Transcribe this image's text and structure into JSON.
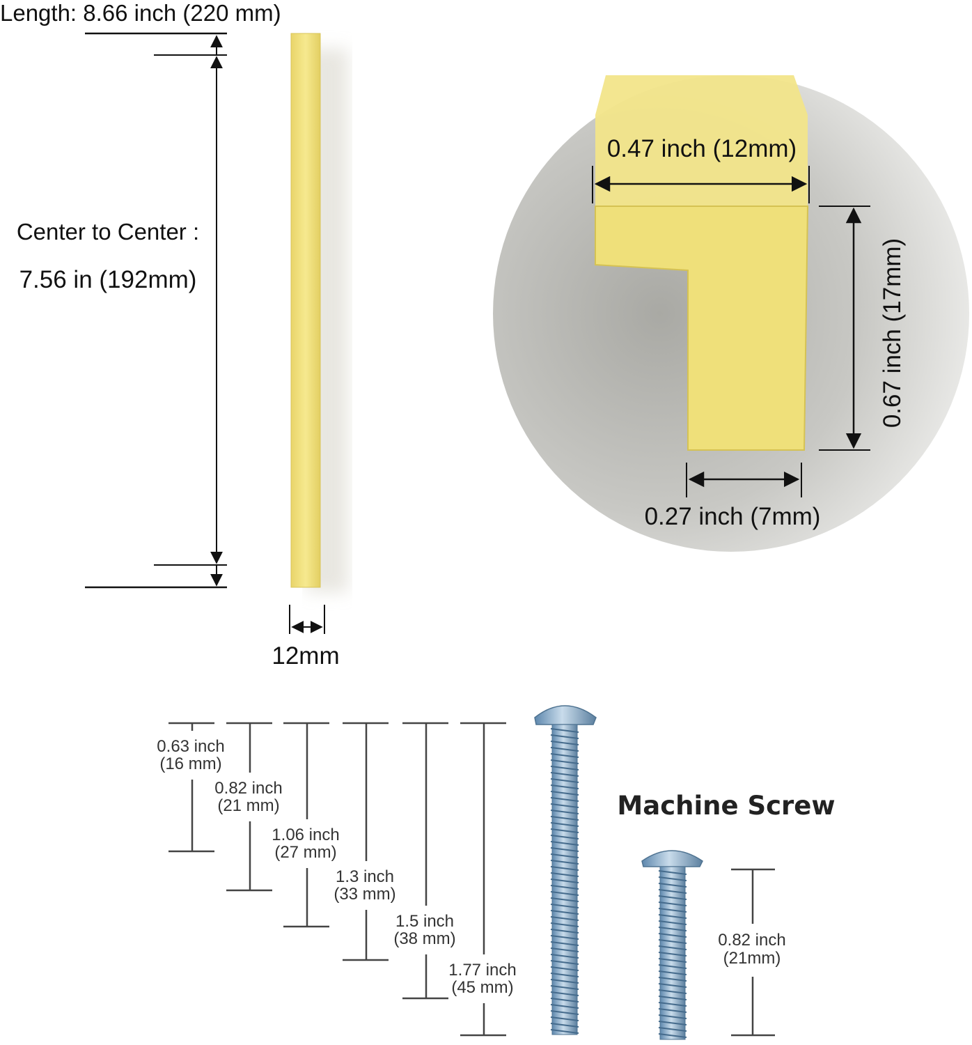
{
  "handle": {
    "length_label": "Length: 8.66 inch (220 mm)",
    "center_label_line1": "Center to Center :",
    "center_label_line2": "7.56 in (192mm)",
    "width_label": "12mm",
    "finish_color": "#f0e07a"
  },
  "profile": {
    "top_width_label": "0.47 inch (12mm)",
    "height_label": "0.67 inch (17mm)",
    "bottom_width_label": "0.27 inch (7mm)"
  },
  "screws": {
    "title": "Machine Screw",
    "lengths": [
      {
        "inch": "0.63 inch",
        "mm": "(16 mm)"
      },
      {
        "inch": "0.82 inch",
        "mm": "(21 mm)"
      },
      {
        "inch": "1.06 inch",
        "mm": "(27 mm)"
      },
      {
        "inch": "1.3 inch",
        "mm": "(33 mm)"
      },
      {
        "inch": "1.5 inch",
        "mm": "(38 mm)"
      },
      {
        "inch": "1.77 inch",
        "mm": "(45 mm)"
      }
    ],
    "short_screw": {
      "inch": "0.82 inch",
      "mm": "(21mm)"
    },
    "screw_color": "#8fb3cf"
  }
}
